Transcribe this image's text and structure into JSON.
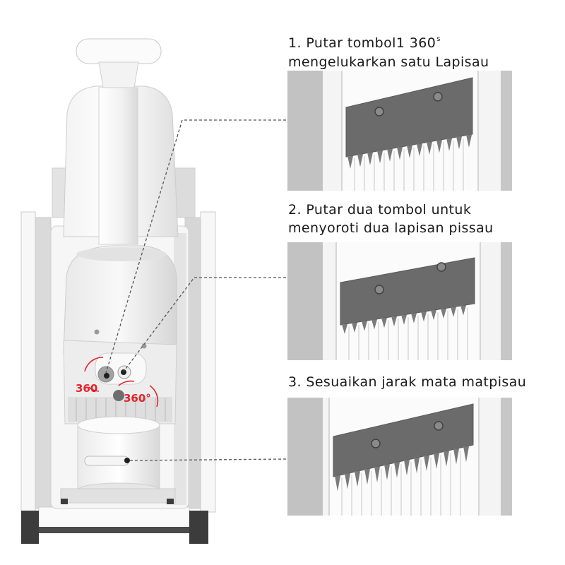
{
  "callouts": [
    {
      "lines": [
        "1. Putar tombol1 360",
        "mengelukarkan satu Lapisau"
      ],
      "superscript": "s"
    },
    {
      "lines": [
        "2. Putar dua tombol untuk",
        "menyoroti dua lapisan pissau"
      ]
    },
    {
      "lines": [
        "3. Sesuaikan jarak mata matpisau"
      ]
    }
  ],
  "dial_labels": {
    "left": "360",
    "right": "360°"
  },
  "colors": {
    "text": "#1a1a1a",
    "blade": "#6b6b6b",
    "blade_teeth": "#7a7a7a",
    "dial_label": "#e3232b",
    "dash_line": "#555555"
  }
}
